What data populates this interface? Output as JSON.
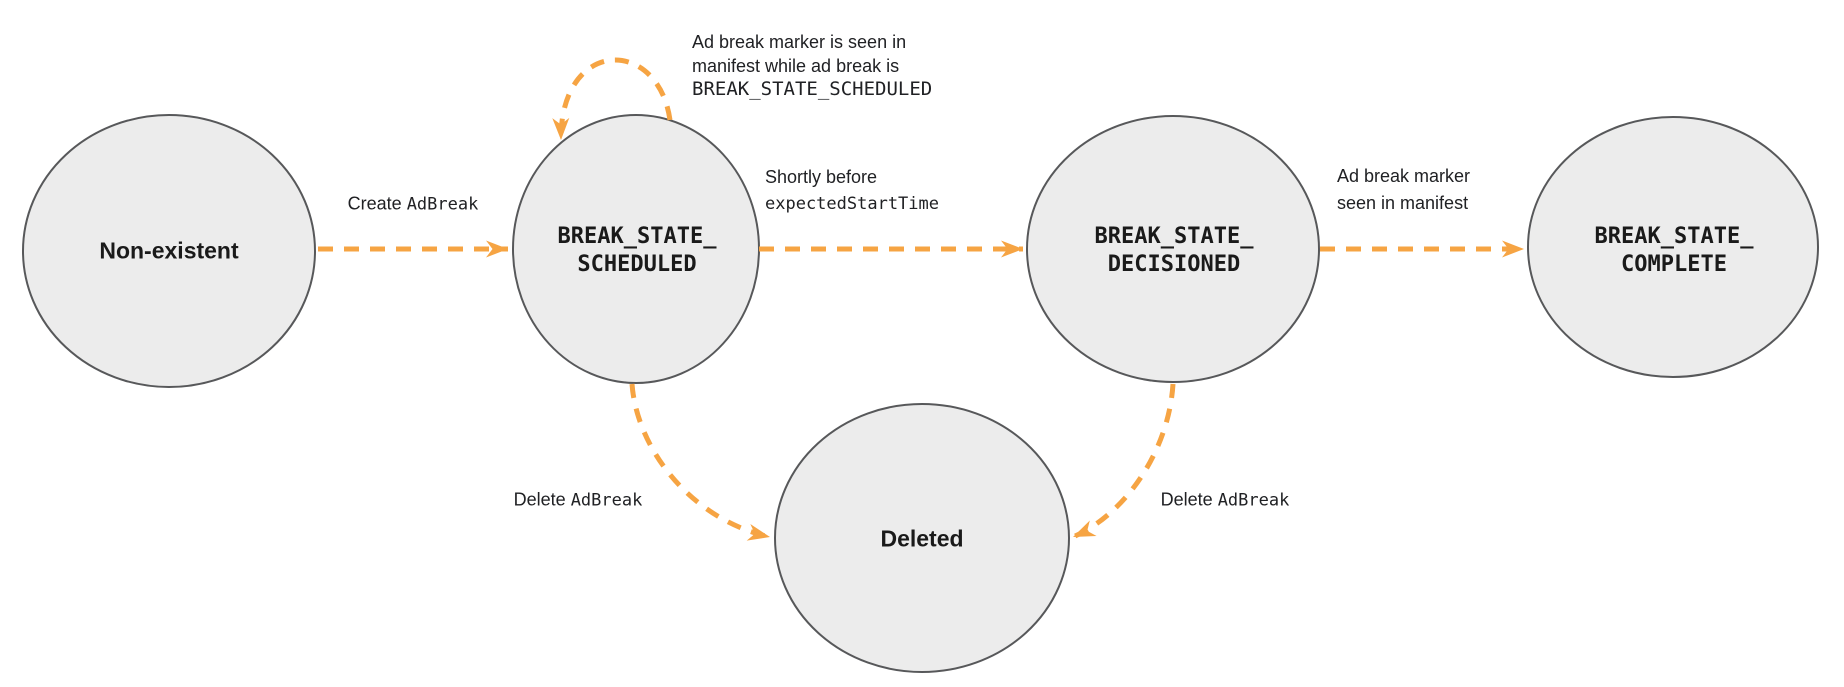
{
  "colors": {
    "arrow_orange": "#F6A443",
    "node_fill": "#ECECEC",
    "node_border": "#57585A",
    "text": "#202124"
  },
  "states": {
    "non_existent": {
      "label": "Non-existent"
    },
    "scheduled": {
      "line1": "BREAK_STATE_",
      "line2": "SCHEDULED"
    },
    "decisioned": {
      "line1": "BREAK_STATE_",
      "line2": "DECISIONED"
    },
    "complete": {
      "line1": "BREAK_STATE_",
      "line2": "COMPLETE"
    },
    "deleted": {
      "label": "Deleted"
    }
  },
  "edges": {
    "create": {
      "plain": "Create ",
      "code": "AdBreak"
    },
    "self_loop": {
      "line1": "Ad break marker is seen in",
      "line2": "manifest while ad break is",
      "line3": "BREAK_STATE_SCHEDULED"
    },
    "shortly_before": {
      "line1": "Shortly before",
      "line2": "expectedStartTime"
    },
    "marker_seen": {
      "line1": "Ad break marker",
      "line2": "seen in manifest"
    },
    "delete_left": {
      "plain": "Delete ",
      "code": "AdBreak"
    },
    "delete_right": {
      "plain": "Delete ",
      "code": "AdBreak"
    }
  }
}
